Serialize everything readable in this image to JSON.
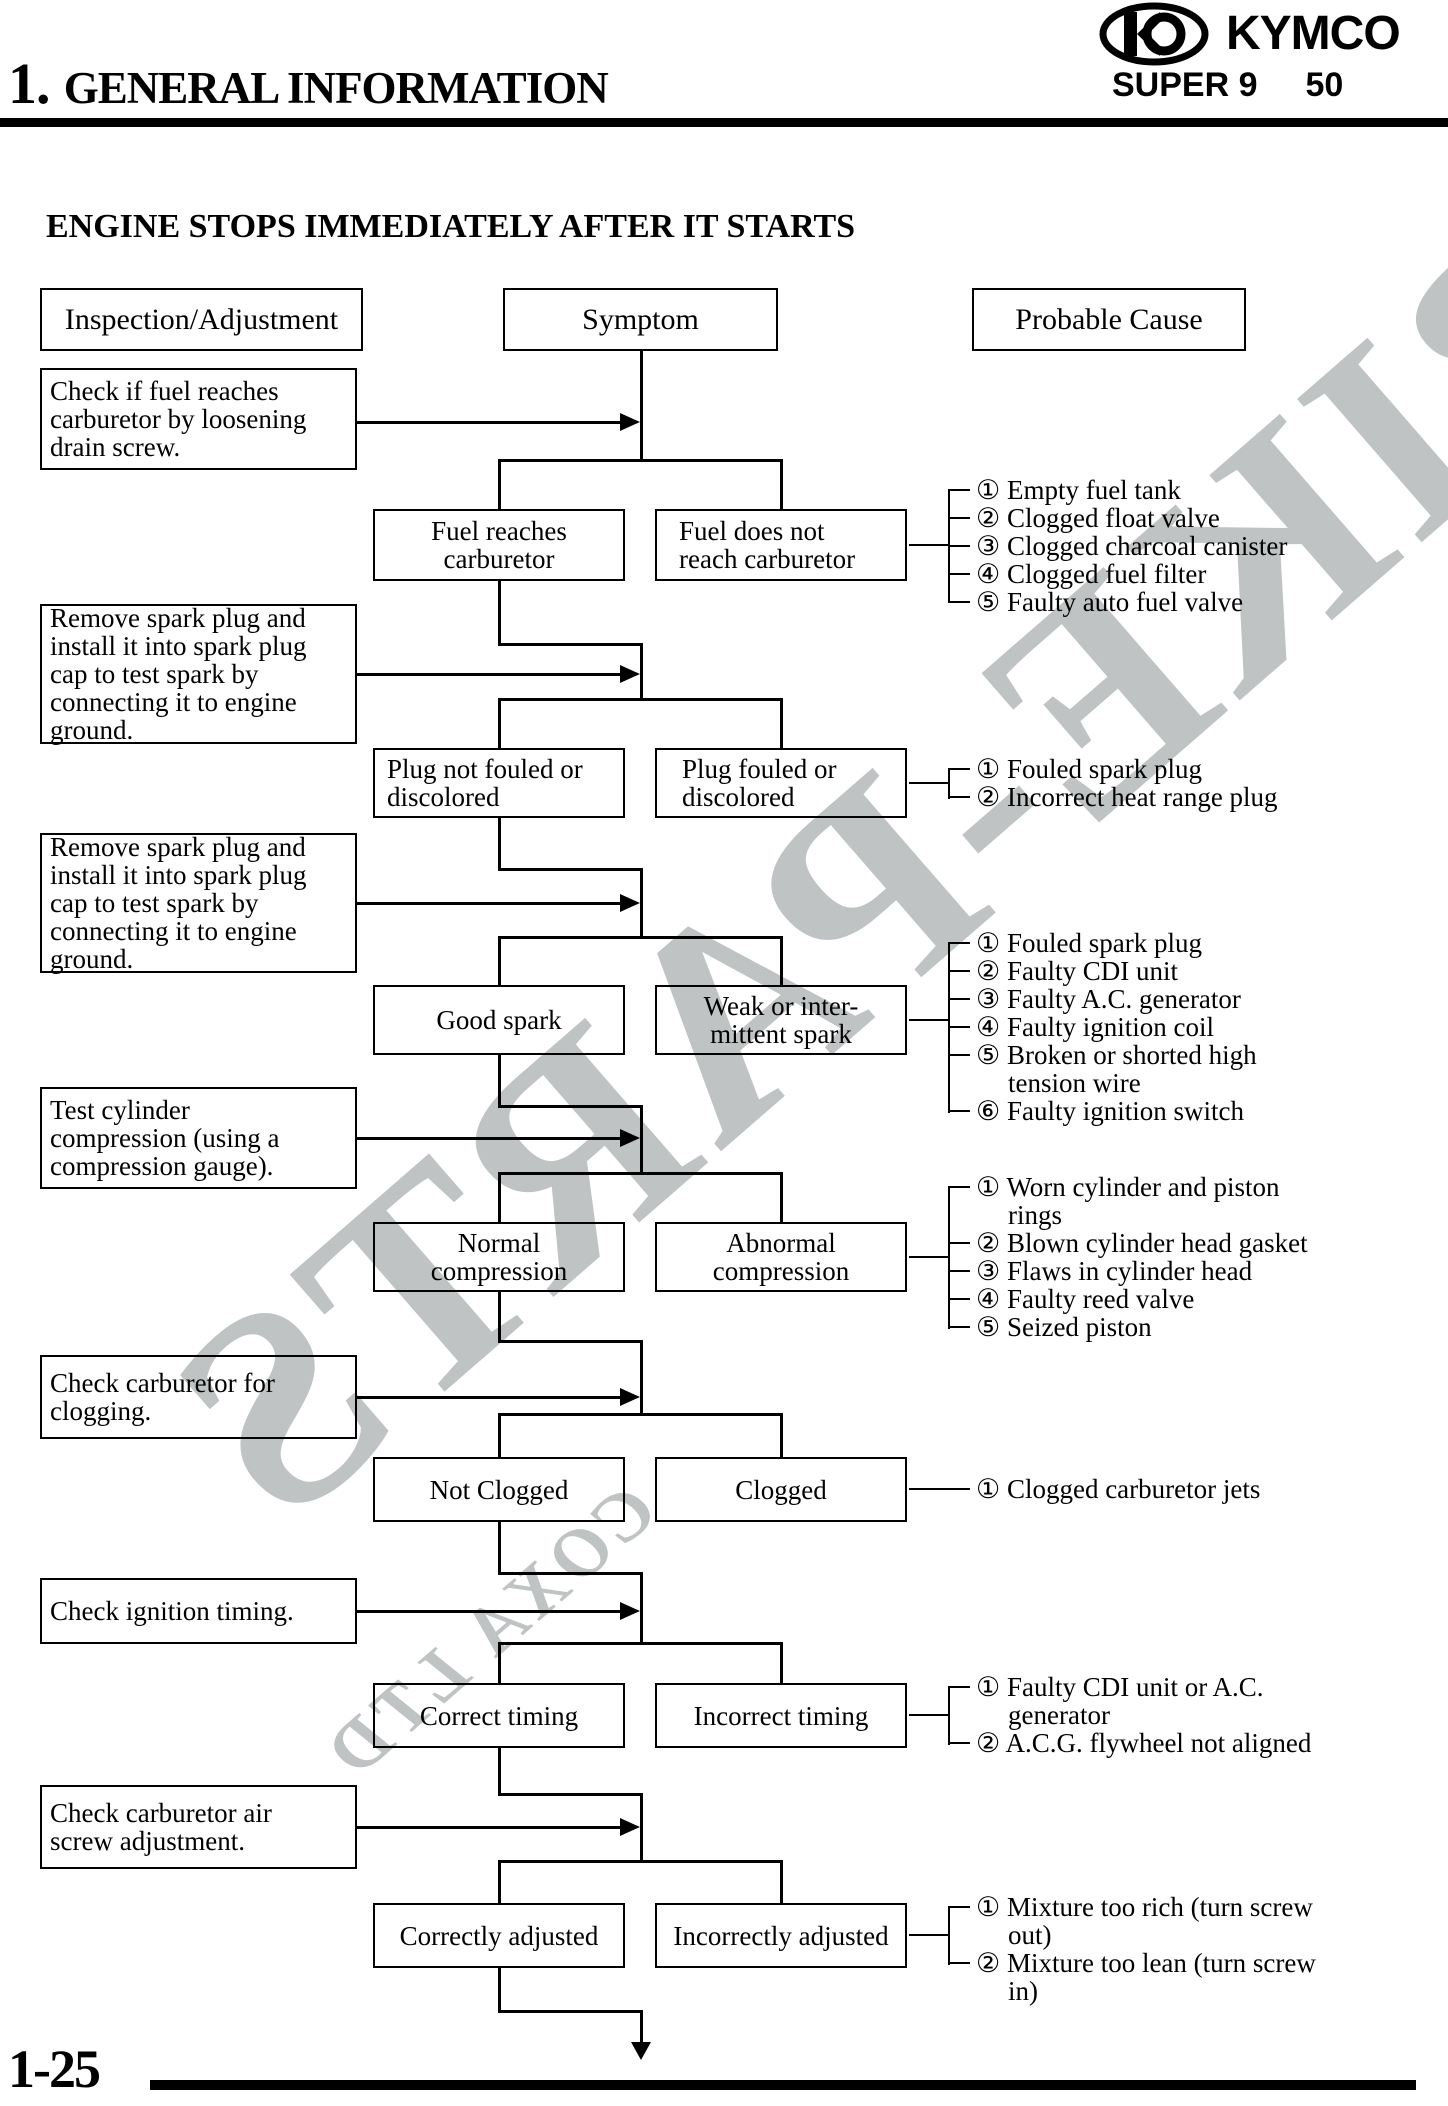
{
  "page": {
    "section_number": "1.",
    "section_title": "GENERAL INFORMATION",
    "brand": "KYMCO",
    "model": "SUPER 9",
    "displacement": "50",
    "chart_title": "ENGINE STOPS IMMEDIATELY AFTER IT STARTS",
    "page_number": "1-25"
  },
  "column_headers": {
    "inspection": "Inspection/Adjustment",
    "symptom": "Symptom",
    "cause": "Probable Cause"
  },
  "watermark": {
    "line1": "BIKE-PARTS",
    "line2": "COXA LTD"
  },
  "rows": [
    {
      "inspection_lines": [
        "Check if fuel reaches",
        "carburetor by loosening",
        "drain screw."
      ],
      "pass_lines": [
        "Fuel reaches",
        "carburetor"
      ],
      "fail_lines": [
        "Fuel does not",
        "reach carburetor"
      ],
      "cause_lines": [
        "① Empty fuel tank",
        "② Clogged float valve",
        "③ Clogged charcoal canister",
        "④ Clogged fuel filter",
        "⑤ Faulty auto fuel valve"
      ]
    },
    {
      "inspection_lines": [
        "Remove spark plug and",
        "install it into spark plug",
        "cap to test spark by",
        "connecting it to engine",
        "ground."
      ],
      "pass_lines": [
        "Plug not fouled or",
        "discolored"
      ],
      "fail_lines": [
        "Plug fouled or",
        "discolored"
      ],
      "cause_lines": [
        "① Fouled spark plug",
        "② Incorrect heat range plug"
      ]
    },
    {
      "inspection_lines": [
        "Remove spark plug and",
        "install it into spark plug",
        "cap to test spark by",
        "connecting it to engine",
        "ground."
      ],
      "pass_lines": [
        "Good spark"
      ],
      "fail_lines": [
        "Weak or inter-",
        "mittent spark"
      ],
      "cause_lines": [
        "① Fouled spark plug",
        "② Faulty CDI unit",
        "③ Faulty A.C. generator",
        "④ Faulty ignition coil",
        "⑤ Broken or shorted high",
        "tension wire",
        "⑥ Faulty ignition switch"
      ]
    },
    {
      "inspection_lines": [
        "Test cylinder",
        "compression (using a",
        "compression gauge)."
      ],
      "pass_lines": [
        "Normal",
        "compression"
      ],
      "fail_lines": [
        "Abnormal",
        "compression"
      ],
      "cause_lines": [
        "① Worn cylinder and piston",
        "rings",
        "② Blown cylinder head gasket",
        "③ Flaws in cylinder head",
        "④ Faulty reed valve",
        "⑤ Seized piston"
      ]
    },
    {
      "inspection_lines": [
        "Check carburetor for",
        "clogging."
      ],
      "pass_lines": [
        "Not Clogged"
      ],
      "fail_lines": [
        "Clogged"
      ],
      "cause_lines": [
        "① Clogged carburetor jets"
      ]
    },
    {
      "inspection_lines": [
        "Check ignition timing."
      ],
      "pass_lines": [
        "Correct timing"
      ],
      "fail_lines": [
        "Incorrect timing"
      ],
      "cause_lines": [
        "① Faulty CDI unit or A.C.",
        "generator",
        "② A.C.G. flywheel not aligned"
      ]
    },
    {
      "inspection_lines": [
        "Check carburetor air",
        "screw adjustment."
      ],
      "pass_lines": [
        "Correctly adjusted"
      ],
      "fail_lines": [
        "Incorrectly adjusted"
      ],
      "cause_lines": [
        "① Mixture too rich (turn screw",
        "out)",
        "② Mixture too lean (turn screw",
        "in)"
      ]
    }
  ]
}
